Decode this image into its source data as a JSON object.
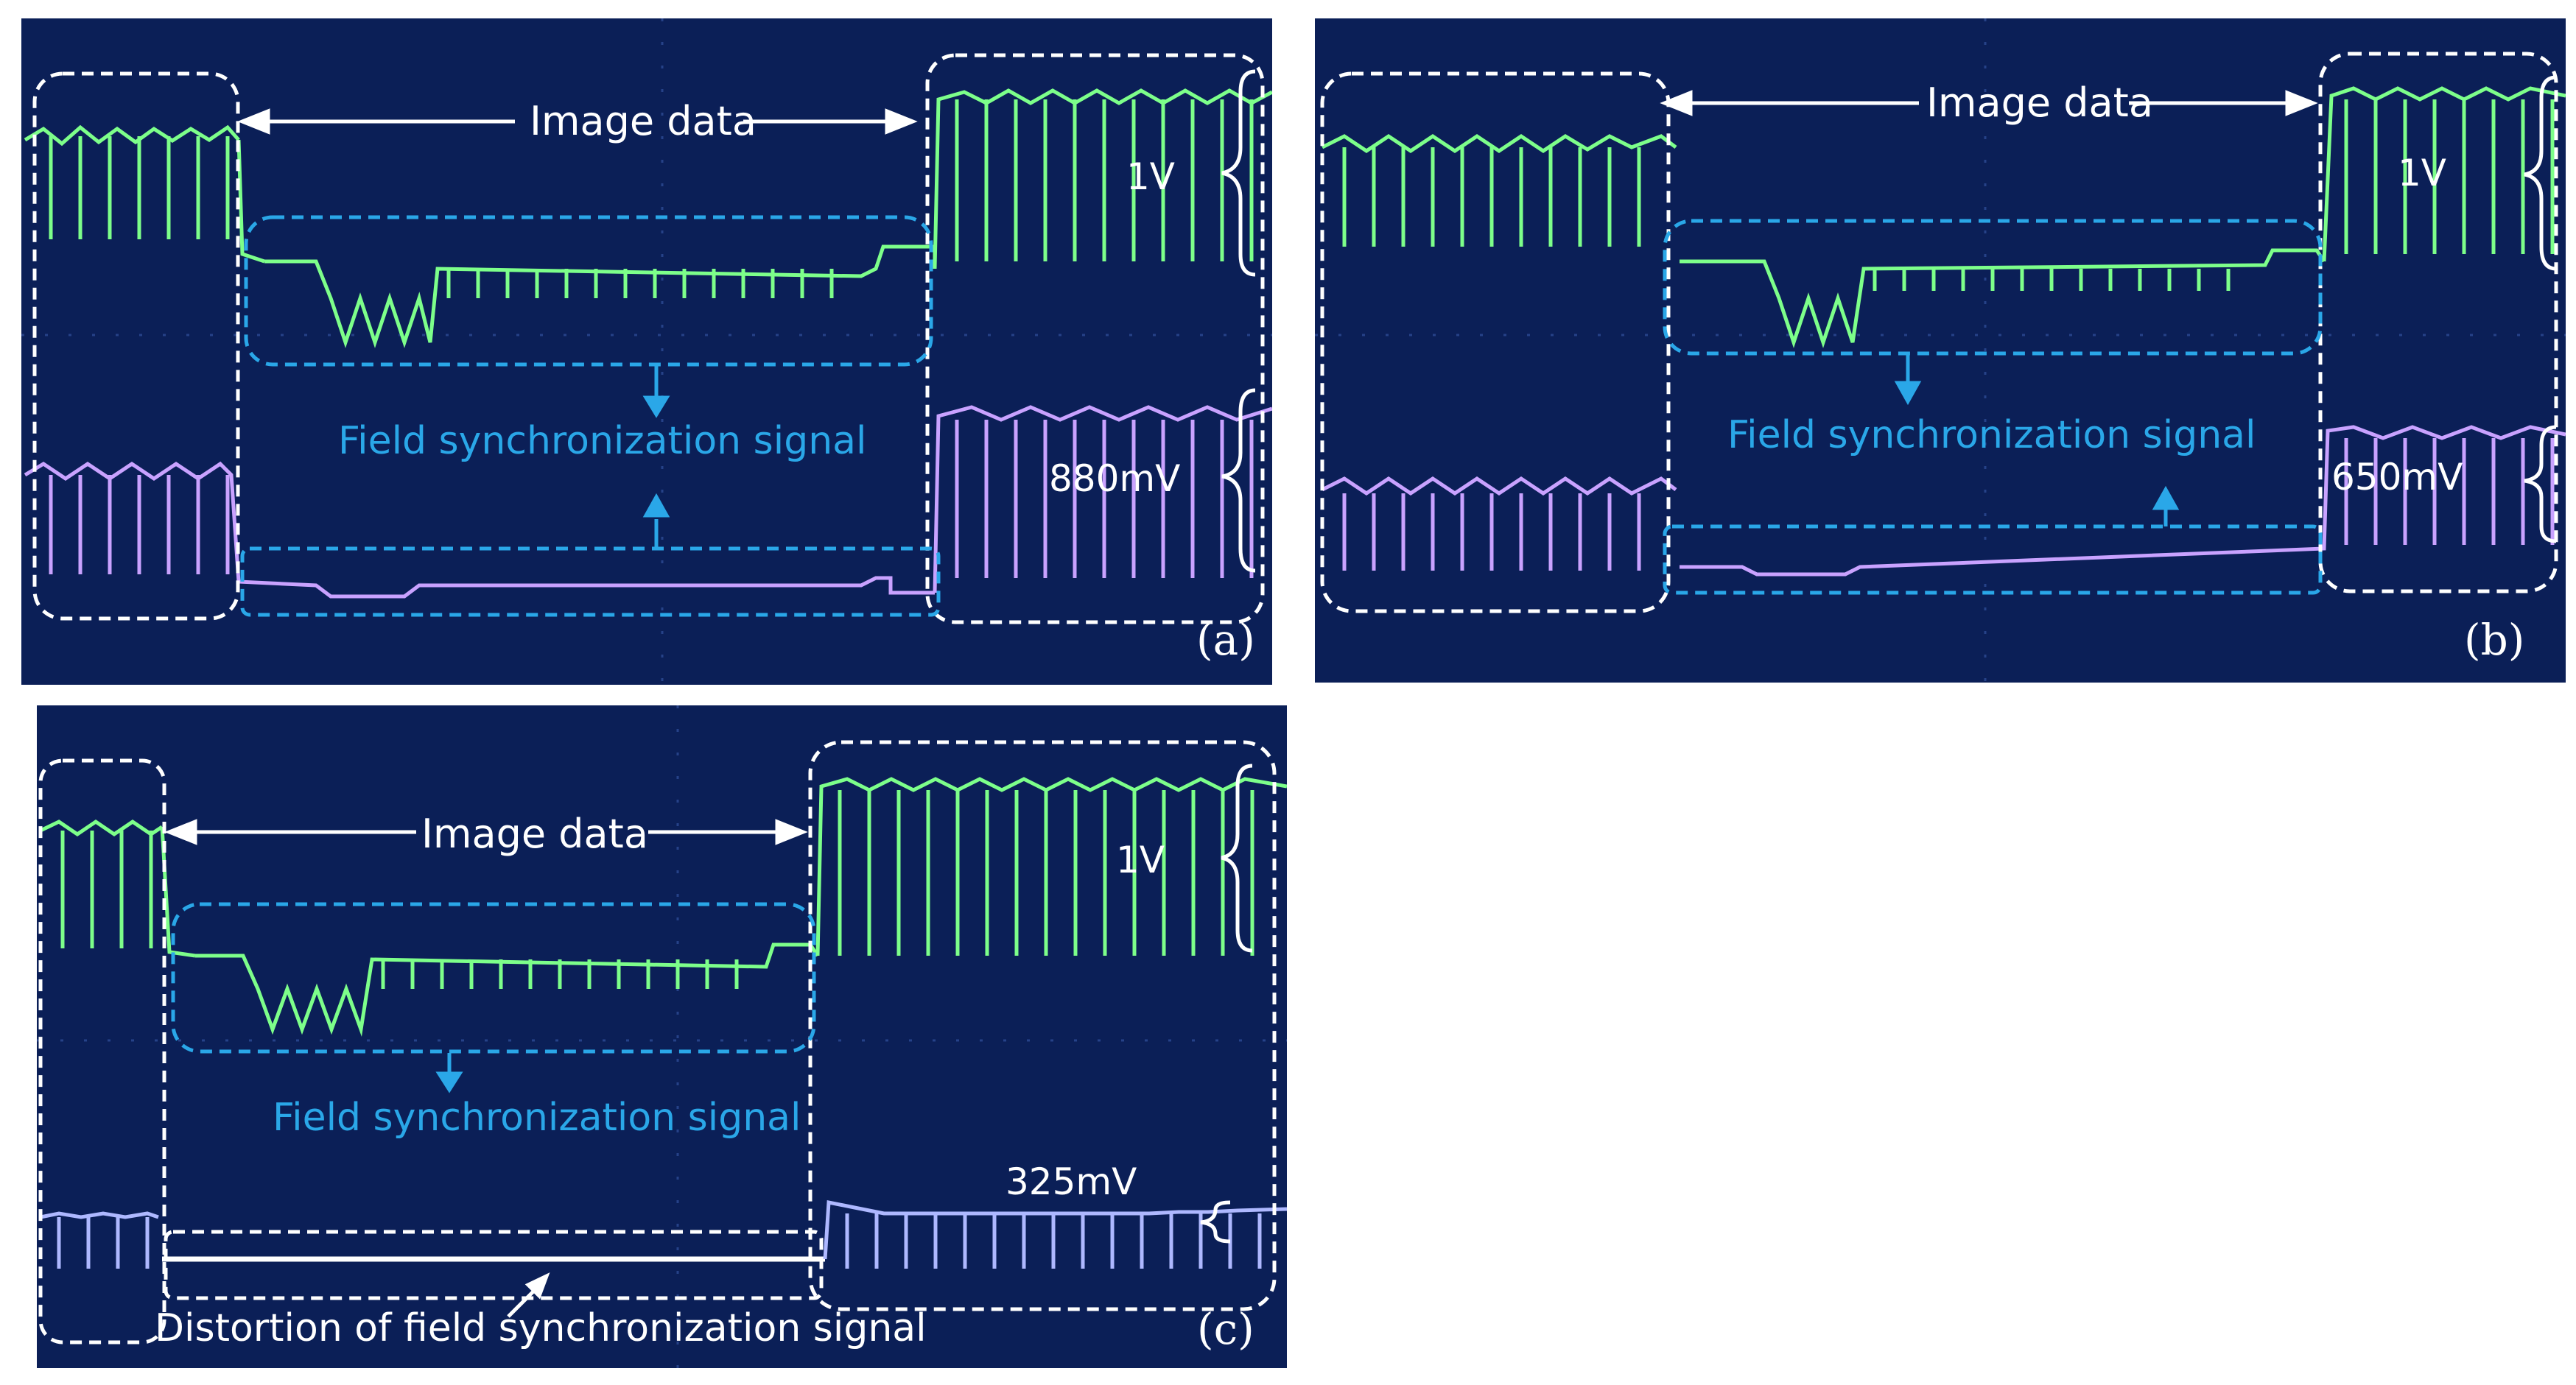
{
  "colors": {
    "screen": "#0b1f57",
    "green_trace": "#7dff8a",
    "purple_trace": "#c9a2ff",
    "blue_trace": "#aeb8ff",
    "annotation_white": "#ffffff",
    "annotation_cyan": "#2aa7e8"
  },
  "panels": [
    {
      "id": "a",
      "tag": "(a)",
      "image_data_label": "Image data",
      "field_sync_label": "Field synchronization signal",
      "ch1_amplitude": "1V",
      "ch2_amplitude": "880mV"
    },
    {
      "id": "b",
      "tag": "(b)",
      "image_data_label": "Image data",
      "field_sync_label": "Field synchronization signal",
      "ch1_amplitude": "1V",
      "ch2_amplitude": "650mV"
    },
    {
      "id": "c",
      "tag": "(c)",
      "image_data_label": "Image data",
      "field_sync_label": "Field synchronization signal",
      "ch1_amplitude": "1V",
      "ch2_amplitude": "325mV",
      "distortion_label": "Distortion of field synchronization signal"
    }
  ]
}
